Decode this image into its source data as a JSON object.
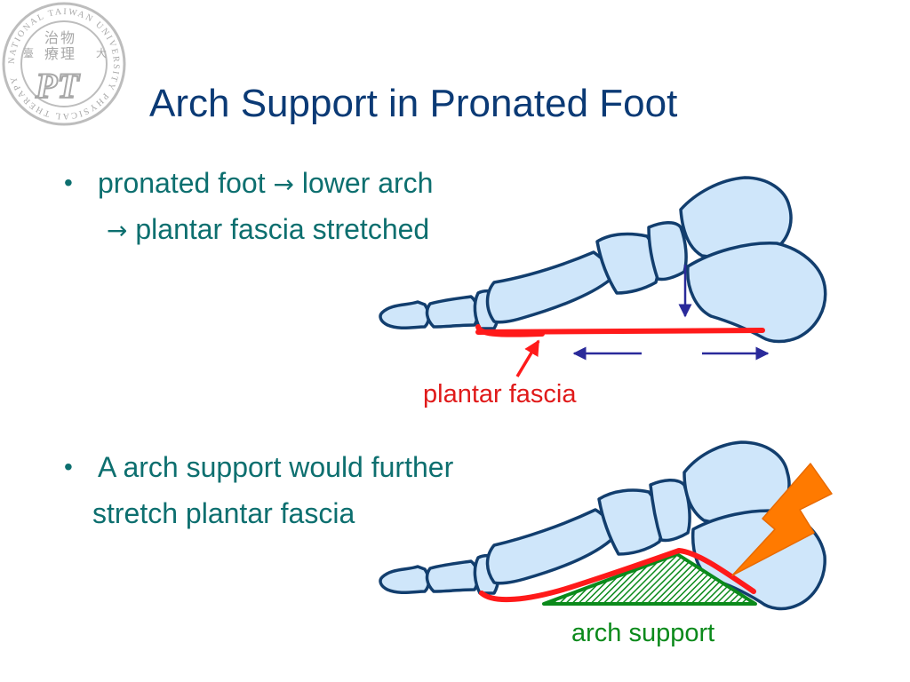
{
  "slide": {
    "title": "Arch Support in Pronated Foot",
    "logo": {
      "ring_text": "NATIONAL TAIWAN UNIVERSITY PHYSICAL THERAPY",
      "chars": [
        "物",
        "理",
        "治",
        "療",
        "大",
        "臺"
      ],
      "monogram": "PT"
    },
    "bullet1": {
      "marker": "•",
      "line1_a": "pronated foot",
      "arrow": "→",
      "line1_b": "lower arch",
      "line2": "plantar fascia stretched"
    },
    "bullet2": {
      "marker": "•",
      "line1": "A arch support would further",
      "line2": "stretch plantar fascia"
    },
    "labels": {
      "plantar_fascia": "plantar fascia",
      "arch_support": "arch support"
    },
    "colors": {
      "title": "#0b3a75",
      "text": "#0d6f6f",
      "fascia": "#ff1a1a",
      "support": "#0b8a1b",
      "bone_fill": "#cfe6fa",
      "bone_stroke": "#123e6e",
      "force_arrow": "#2a2a9a",
      "pain_bolt": "#ff7a00"
    }
  }
}
